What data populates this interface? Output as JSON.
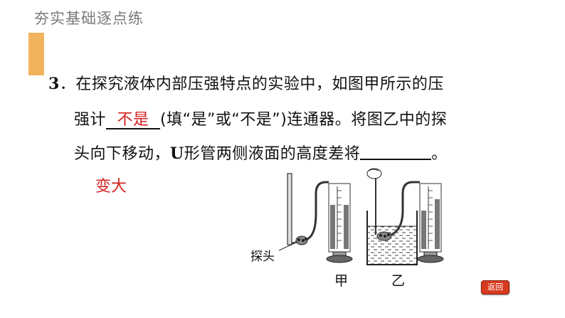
{
  "header": {
    "title": "夯实基础逐点练"
  },
  "question": {
    "number": "3",
    "line1": "．在探究液体内部压强特点的实验中，如图甲所示的压",
    "line2_prefix": "强计",
    "answer1": "不是",
    "line2_suffix": "(填“是”或“不是”)连通器。将图乙中的探",
    "line3_prefix": "头向下移动，",
    "line3_bold": "U",
    "line3_suffix": "形管两侧液面的高度差将",
    "line3_end": "。",
    "answer2": "变大"
  },
  "figure": {
    "probe_label": "探头",
    "label_jia": "甲",
    "label_yi": "乙"
  },
  "nav": {
    "back_label": "返回"
  }
}
